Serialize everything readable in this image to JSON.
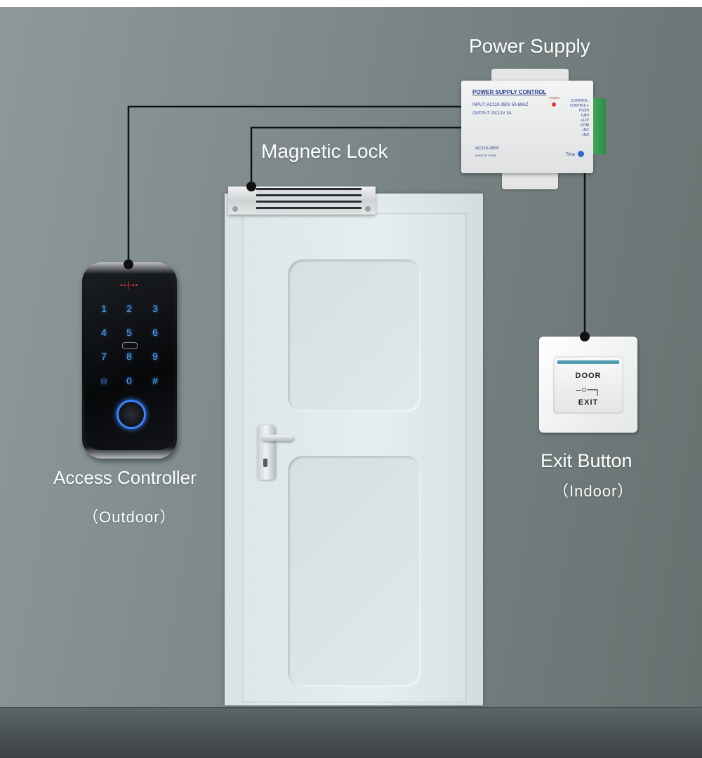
{
  "labels": {
    "power_supply": "Power Supply",
    "magnetic_lock": "Magnetic Lock",
    "access_controller": "Access Controller",
    "outdoor": "（Outdoor）",
    "exit_button": "Exit Button",
    "indoor": "（Indoor）"
  },
  "power_supply_unit": {
    "title": "POWER SUPPLY CONTROL",
    "input": "INPUT: AC110-260V 50-60HZ",
    "output": "OUTPUT: DC12V  3A",
    "ac": "AC110-260V",
    "made": "MADE IN CHINA",
    "power": "POWER",
    "terminals": [
      "CONTROL-",
      "CONTROL+",
      "PUSH",
      "GND",
      "+12V",
      "-COM",
      "+NC",
      "+NO"
    ],
    "time": "Time"
  },
  "keypad": {
    "keys": [
      "1",
      "2",
      "3",
      "4",
      "5",
      "6",
      "7",
      "8",
      "9",
      "⍾",
      "0",
      "#"
    ]
  },
  "exit_plate": {
    "line1": "DOOR",
    "icon": "key-icon",
    "line2": "EXIT"
  },
  "colors": {
    "wall": "#7b8788",
    "wire": "#111111",
    "keypad_glow": "#4da3ff",
    "exit_stripe": "#4f9bb2"
  }
}
